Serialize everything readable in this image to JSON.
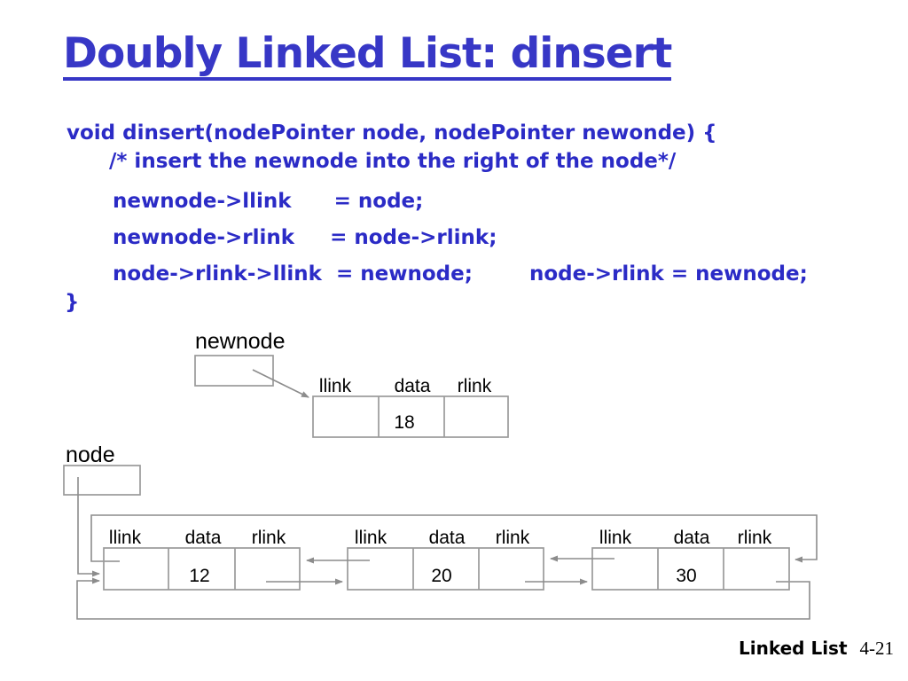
{
  "title": "Doubly Linked List: dinsert",
  "code": {
    "lines": [
      "void dinsert(nodePointer node, nodePointer newonde) {",
      "/* insert the newnode into the right of the node*/",
      "newnode->llink      = node;",
      "newnode->rlink     = node->rlink;",
      "node->rlink->llink  = newnode;        node->rlink = newnode;",
      "}"
    ]
  },
  "diagram": {
    "newnode_label": "newnode",
    "node_label": "node",
    "headers": {
      "llink": "llink",
      "data": "data",
      "rlink": "rlink"
    },
    "values": {
      "newnode": "18",
      "node1": "12",
      "node2": "20",
      "node3": "30"
    }
  },
  "footer": {
    "label": "Linked List",
    "page": "4-21"
  },
  "colors": {
    "accent_blue": "#3737c6",
    "code_blue": "#2b2bc6",
    "diagram_gray": "#8c8c8c",
    "text_black": "#000000",
    "background": "#ffffff"
  }
}
